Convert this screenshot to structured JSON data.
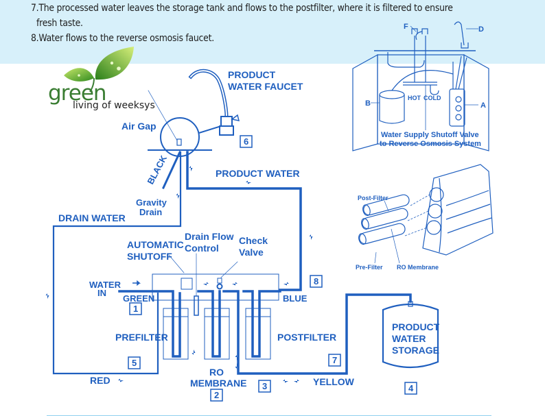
{
  "intro": {
    "step7_line1": "7.The processed water leaves the storage tank and flows to the postfilter, where it is filtered to ensure",
    "step7_line2": "fresh taste.",
    "step8": "8.Water flows to the reverse osmosis faucet."
  },
  "logo": {
    "word": "green",
    "tagline": "living of weeksys"
  },
  "colors": {
    "band": "#d7f0fa",
    "diagram_blue": "#1f5fbf",
    "logo_green": "#3a7d32",
    "rule": "#8ecfee"
  },
  "schematic": {
    "product_water_faucet": [
      "PRODUCT",
      "WATER FAUCET"
    ],
    "air_gap": "Air Gap",
    "black": "BLACK",
    "gravity_drain": [
      "Gravity",
      "Drain"
    ],
    "product_water": "PRODUCT WATER",
    "drain_water": "DRAIN WATER",
    "automatic_shutoff": [
      "AUTOMATIC",
      "SHUTOFF"
    ],
    "drain_flow_control": [
      "Drain Flow",
      "Control"
    ],
    "check_valve": [
      "Check",
      "Valve"
    ],
    "water_in": [
      "WATER",
      "IN"
    ],
    "green": "GREEN",
    "blue": "BLUE",
    "prefilter": "PREFILTER",
    "postfilter": "POSTFILTER",
    "ro_membrane": [
      "RO",
      "MEMBRANE"
    ],
    "red": "RED",
    "yellow": "YELLOW",
    "storage": [
      "PRODUCT",
      "WATER",
      "STORAGE"
    ],
    "numbers": [
      "1",
      "2",
      "3",
      "4",
      "5",
      "6",
      "7",
      "8"
    ]
  },
  "under_sink": {
    "labels": {
      "a": "A",
      "b": "B",
      "d": "D",
      "f": "F",
      "hot": "HOT",
      "cold": "COLD"
    },
    "caption": [
      "Water Supply Shutoff Valve",
      "to Reverse Osmosis System"
    ]
  },
  "cartridge_unit": {
    "post_filter": "Post-Filter",
    "pre_filter": "Pre-Filter",
    "ro_membrane": "RO Membrane"
  }
}
